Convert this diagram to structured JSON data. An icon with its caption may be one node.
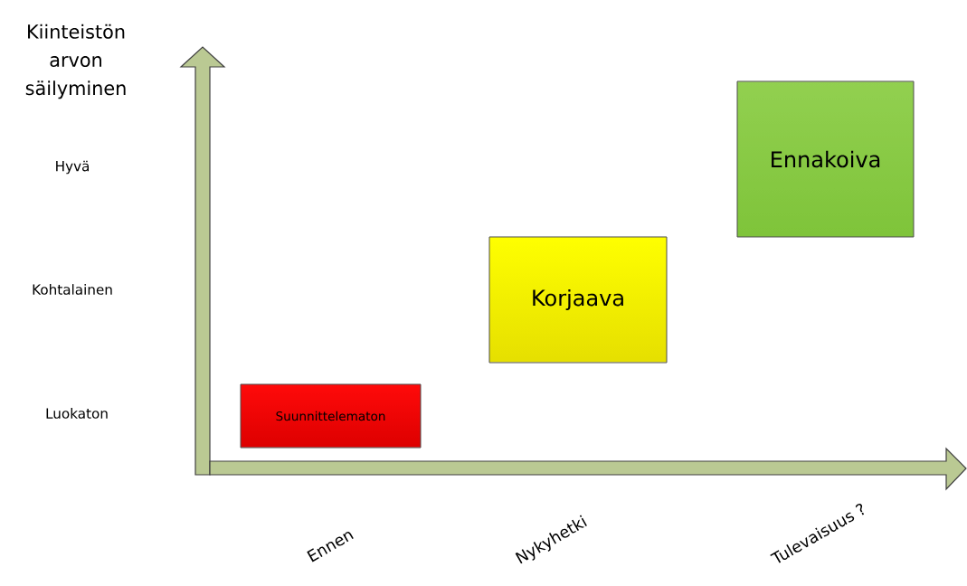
{
  "diagram": {
    "nodes": [
      {
        "text": [
          "Suunnittelematon"
        ]
      },
      {
        "text": [
          "Korjaava"
        ]
      },
      {
        "text": [
          "Ennakoiva"
        ]
      }
    ],
    "edges": [],
    "labels": [
      "Kiinteistön arvon säilyminen",
      "Hyvä",
      "Kohtalainen",
      "Luokaton",
      "Ennen",
      "Nykyhetki",
      "Tulevaisuus ?"
    ]
  }
}
